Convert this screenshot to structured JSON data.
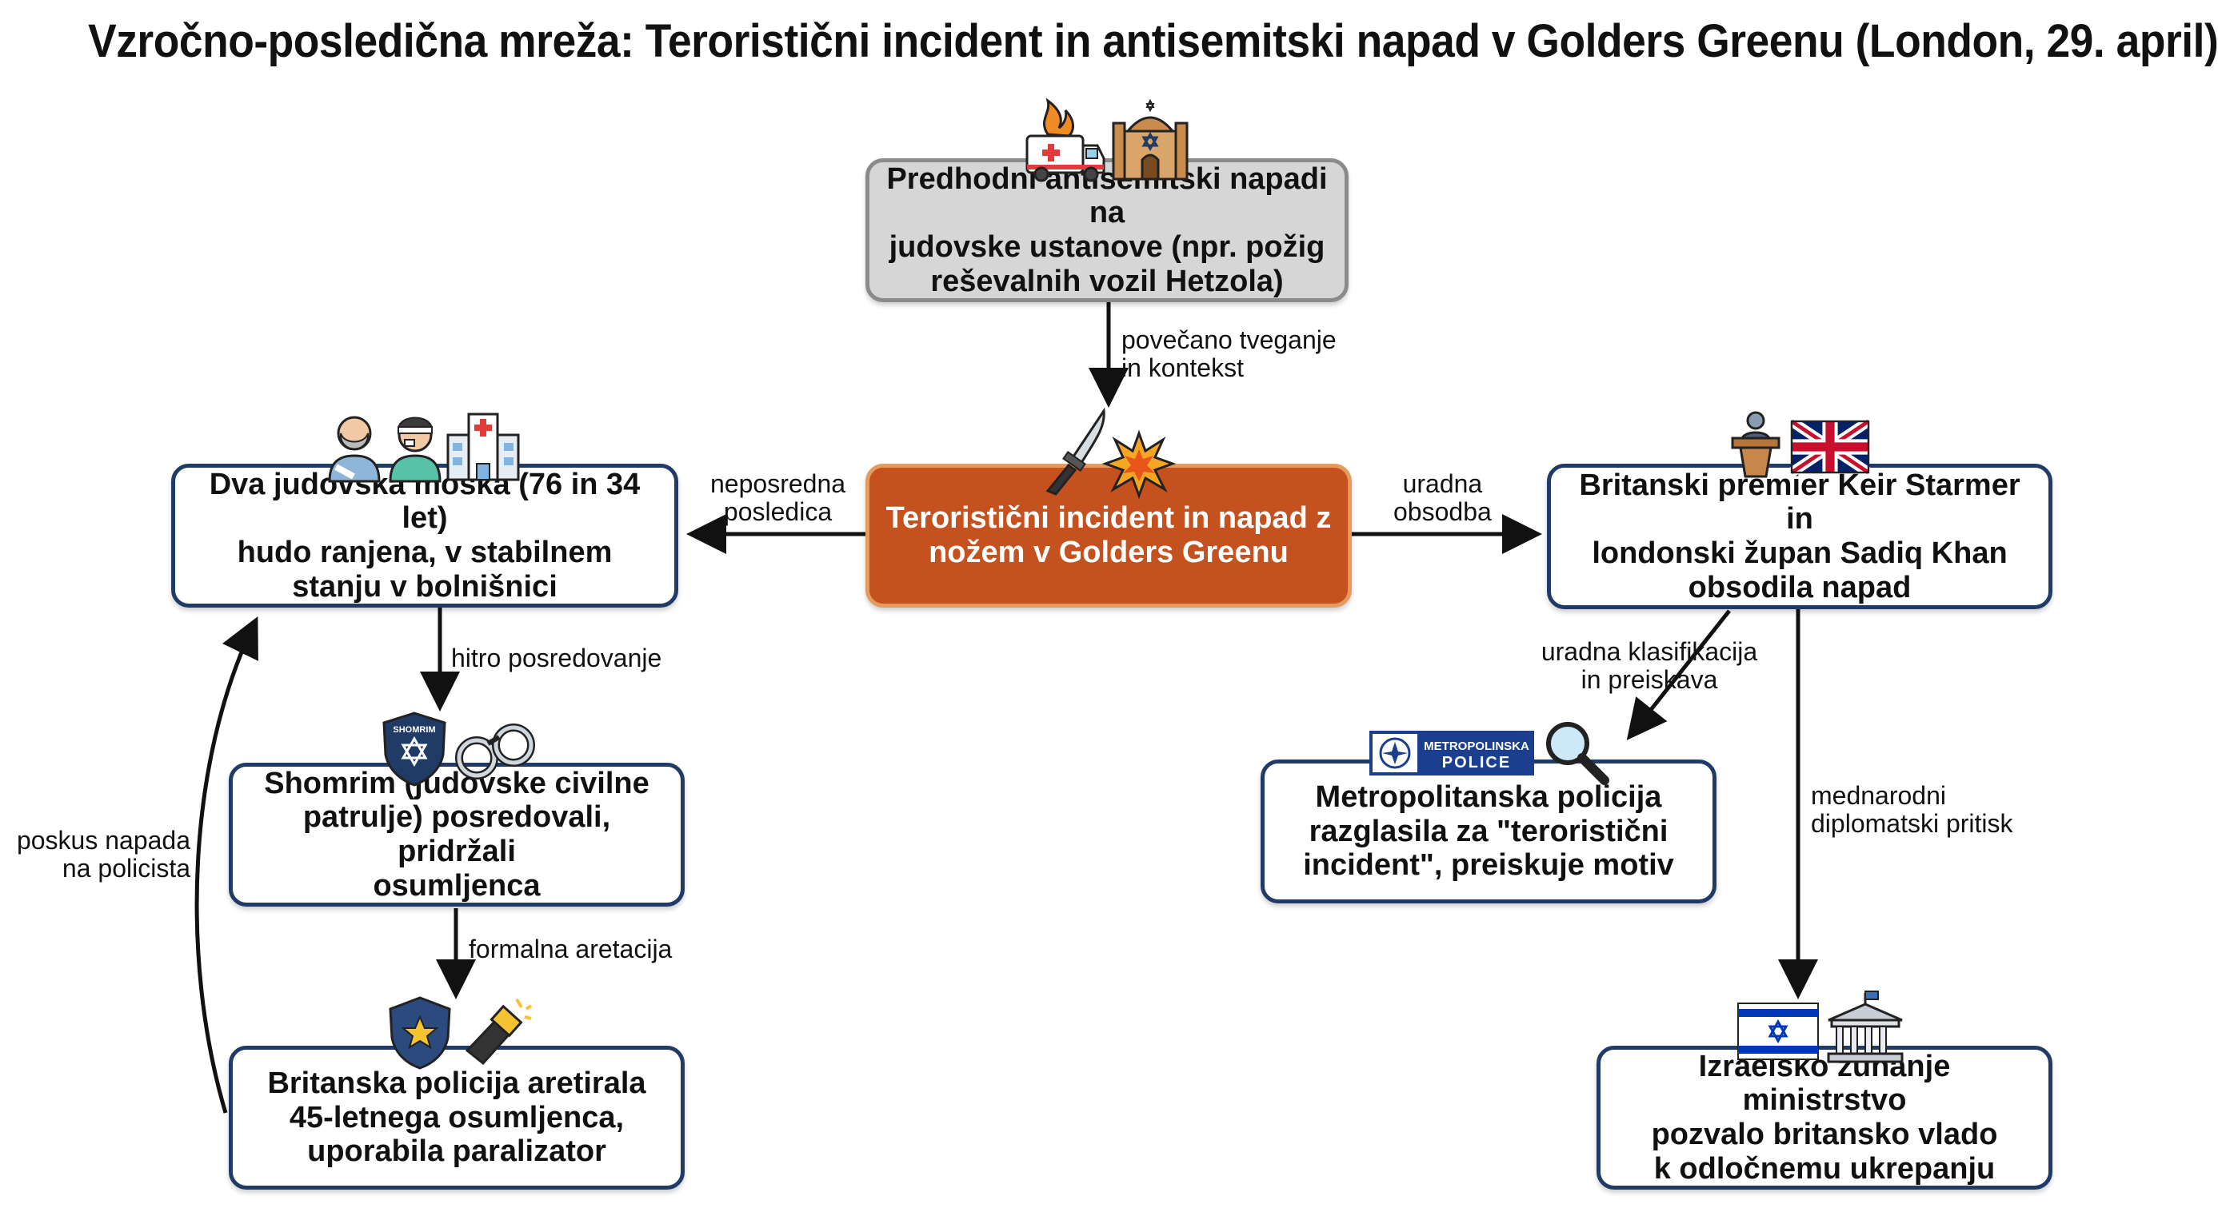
{
  "title": "Vzročno-posledična mreža: Teroristični incident in antisemitski napad v Golders Greenu (London, 29. april)",
  "nodes": {
    "prior": "Predhodni antisemitski napadi na\njudovske ustanove (npr. požig\nreševalnih vozil Hetzola)",
    "incident": "Teroristični incident in napad z\nnožem v Golders Greenu",
    "victims": "Dva judovska moška (76 in 34 let)\nhudo ranjena, v stabilnem\nstanju v bolnišnici",
    "leaders": "Britanski premier Keir Starmer in\nlondonski župan Sadiq Khan\nobsodila napad",
    "shomrim": "Shomrim (judovske civilne\npatrulje) posredovali, pridržali\nosumljenca",
    "arrest": "Britanska policija aretirala\n45-letnega osumljenca,\nuporabila paralizator",
    "metpolice": "Metropolitanska policija\nrazglasila za \"teroristični\nincident\", preiskuje motiv",
    "israel": "Izraelsko zunanje ministrstvo\npozvalo britansko vlado\nk odločnemu ukrepanju"
  },
  "edges": {
    "risk": "povečano tveganje\nin kontekst",
    "direct": "neposredna\nposledica",
    "condemn": "uradna\nobsodba",
    "intervene": "hitro posredovanje",
    "formal": "formalna aretacija",
    "attempt": "poskus napada\nna policista",
    "classify": "uradna klasifikacija\nin preiskava",
    "pressure": "mednarodni\ndiplomatski pritisk"
  },
  "badges": {
    "shomrim": "SHOMRIM",
    "met_top": "METROPOLINSKA",
    "met_bottom": "POLICE"
  },
  "colors": {
    "node_border": "#1f3b66",
    "center_fill": "#c4511e",
    "prior_fill": "#d6d6d6"
  },
  "icons": [
    "ambulance-fire-icon",
    "synagogue-icon",
    "knife-icon",
    "explosion-icon",
    "elderly-man-icon",
    "injured-man-icon",
    "hospital-icon",
    "podium-icon",
    "uk-flag-icon",
    "shomrim-badge-icon",
    "handcuffs-icon",
    "police-badge-icon",
    "taser-icon",
    "met-police-logo-icon",
    "magnifier-icon",
    "israel-flag-icon",
    "ministry-building-icon"
  ]
}
